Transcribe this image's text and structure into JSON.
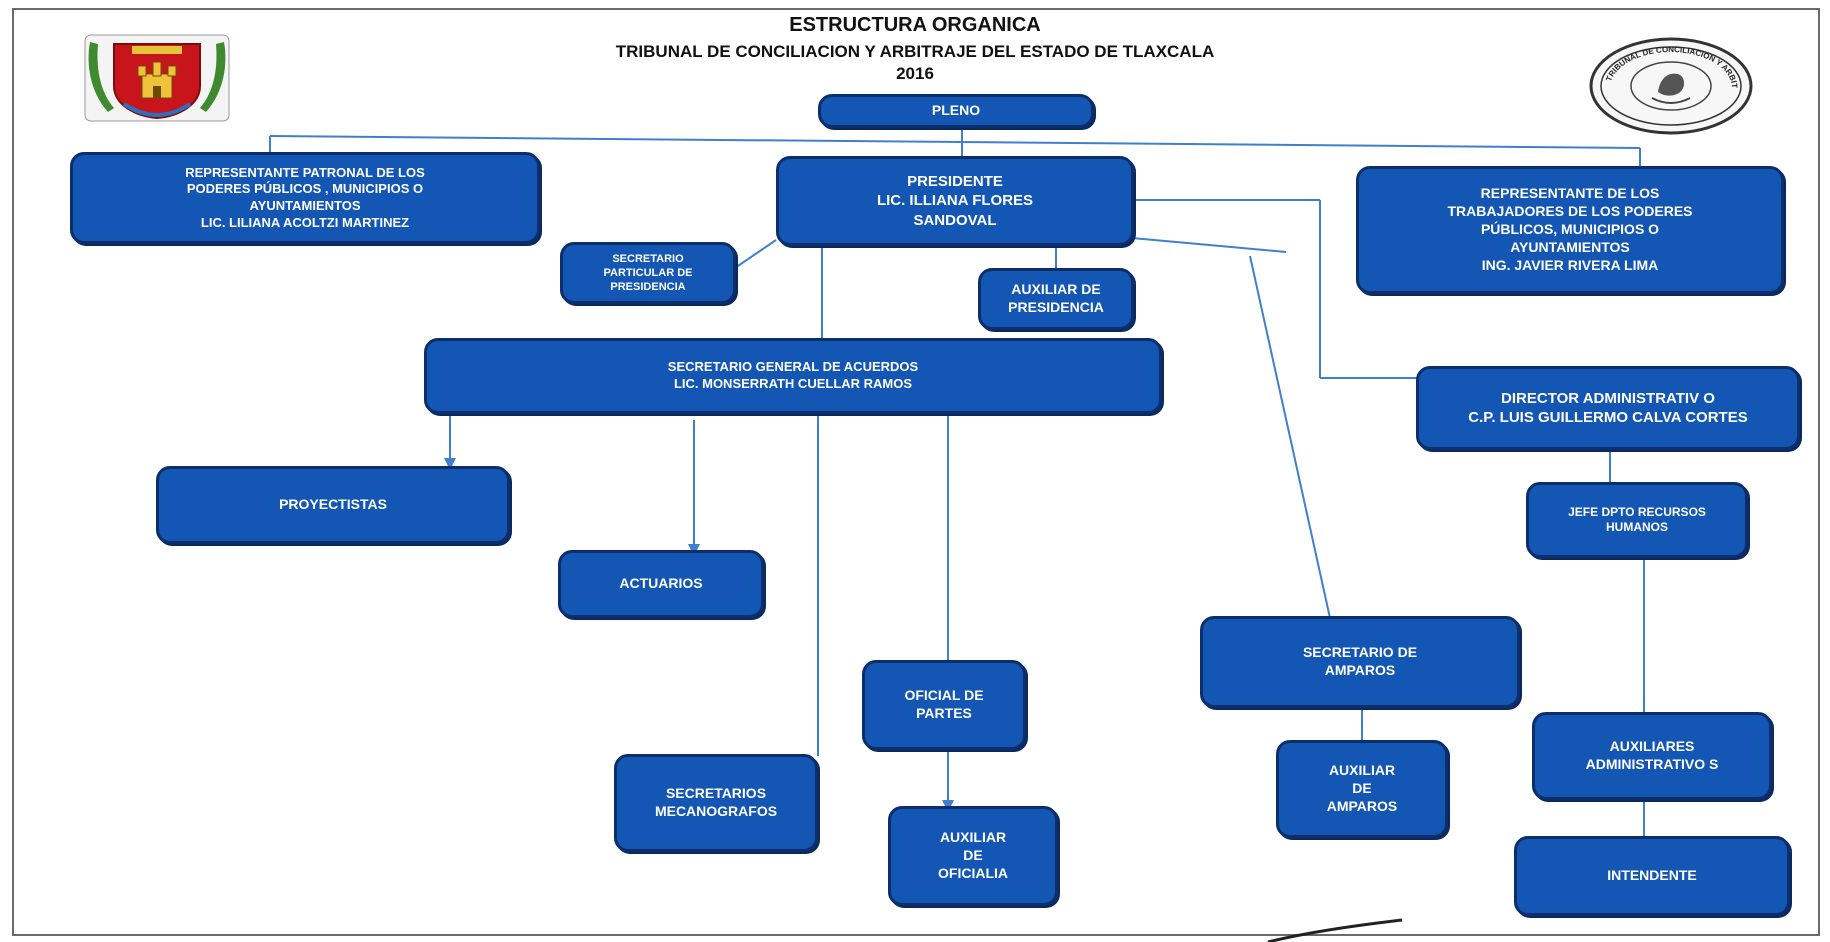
{
  "title": {
    "main": "ESTRUCTURA ORGANICA",
    "subtitle": "TRIBUNAL DE CONCILIACION Y ARBITRAJE DEL ESTADO DE TLAXCALA",
    "year": "2016"
  },
  "colors": {
    "box_fill": "#1356b4",
    "box_border": "#0c2f6b",
    "connector": "#3f7fcf",
    "text": "#ffffff"
  },
  "emblems": {
    "left": "coat-of-arms-icon",
    "right": "official-seal-icon",
    "seal_text": "TRIBUNAL DE CONCILIACION Y ARBITRAJE"
  },
  "nodes": {
    "pleno": [
      "PLENO"
    ],
    "representante_patronal": [
      "REPRESENTANTE  PATRONAL  DE LOS",
      "PODERES PÚBLICOS , MUNICIPIOS O",
      "AYUNTAMIENTOS",
      "LIC. LILIANA ACOLTZI MARTINEZ"
    ],
    "presidente": [
      "PRESIDENTE",
      "LIC. ILLIANA FLORES",
      "SANDOVAL"
    ],
    "representante_trabajadores": [
      "REPRESENTANTE  DE LOS",
      "TRABAJADORES  DE LOS PODERES",
      "PÚBLICOS, MUNICIPIOS O",
      "AYUNTAMIENTOS",
      "ING. JAVIER RIVERA  LIMA"
    ],
    "secretario_particular": [
      "SECRETARIO",
      "PARTICULAR  DE",
      "PRESIDENCIA"
    ],
    "auxiliar_presidencia": [
      "AUXILIAR  DE",
      "PRESIDENCIA"
    ],
    "secretario_general": [
      "SECRETARIO GENERAL DE ACUERDOS",
      "LIC. MONSERRATH  CUELLAR  RAMOS"
    ],
    "director_administrativo": [
      "DIRECTOR  ADMINISTRATIV O",
      "C.P. LUIS GUILLERMO  CALVA CORTES"
    ],
    "proyectistas": [
      "PROYECTISTAS"
    ],
    "actuarios": [
      "ACTUARIOS"
    ],
    "jefe_rh": [
      "JEFE DPTO RECURSOS",
      "HUMANOS"
    ],
    "secretario_amparos": [
      "SECRETARIO  DE",
      "AMPAROS"
    ],
    "oficial_partes": [
      "OFICIAL  DE",
      "PARTES"
    ],
    "secretarios_mecanografos": [
      "SECRETARIOS",
      "MECANOGRAFOS"
    ],
    "auxiliar_amparos": [
      "AUXILIAR",
      "DE",
      "AMPAROS"
    ],
    "auxiliares_administrativos": [
      "AUXILIARES",
      "ADMINISTRATIVO S"
    ],
    "auxiliar_oficialia": [
      "AUXILIAR",
      "DE",
      "OFICIALIA"
    ],
    "intendente": [
      "INTENDENTE"
    ]
  }
}
